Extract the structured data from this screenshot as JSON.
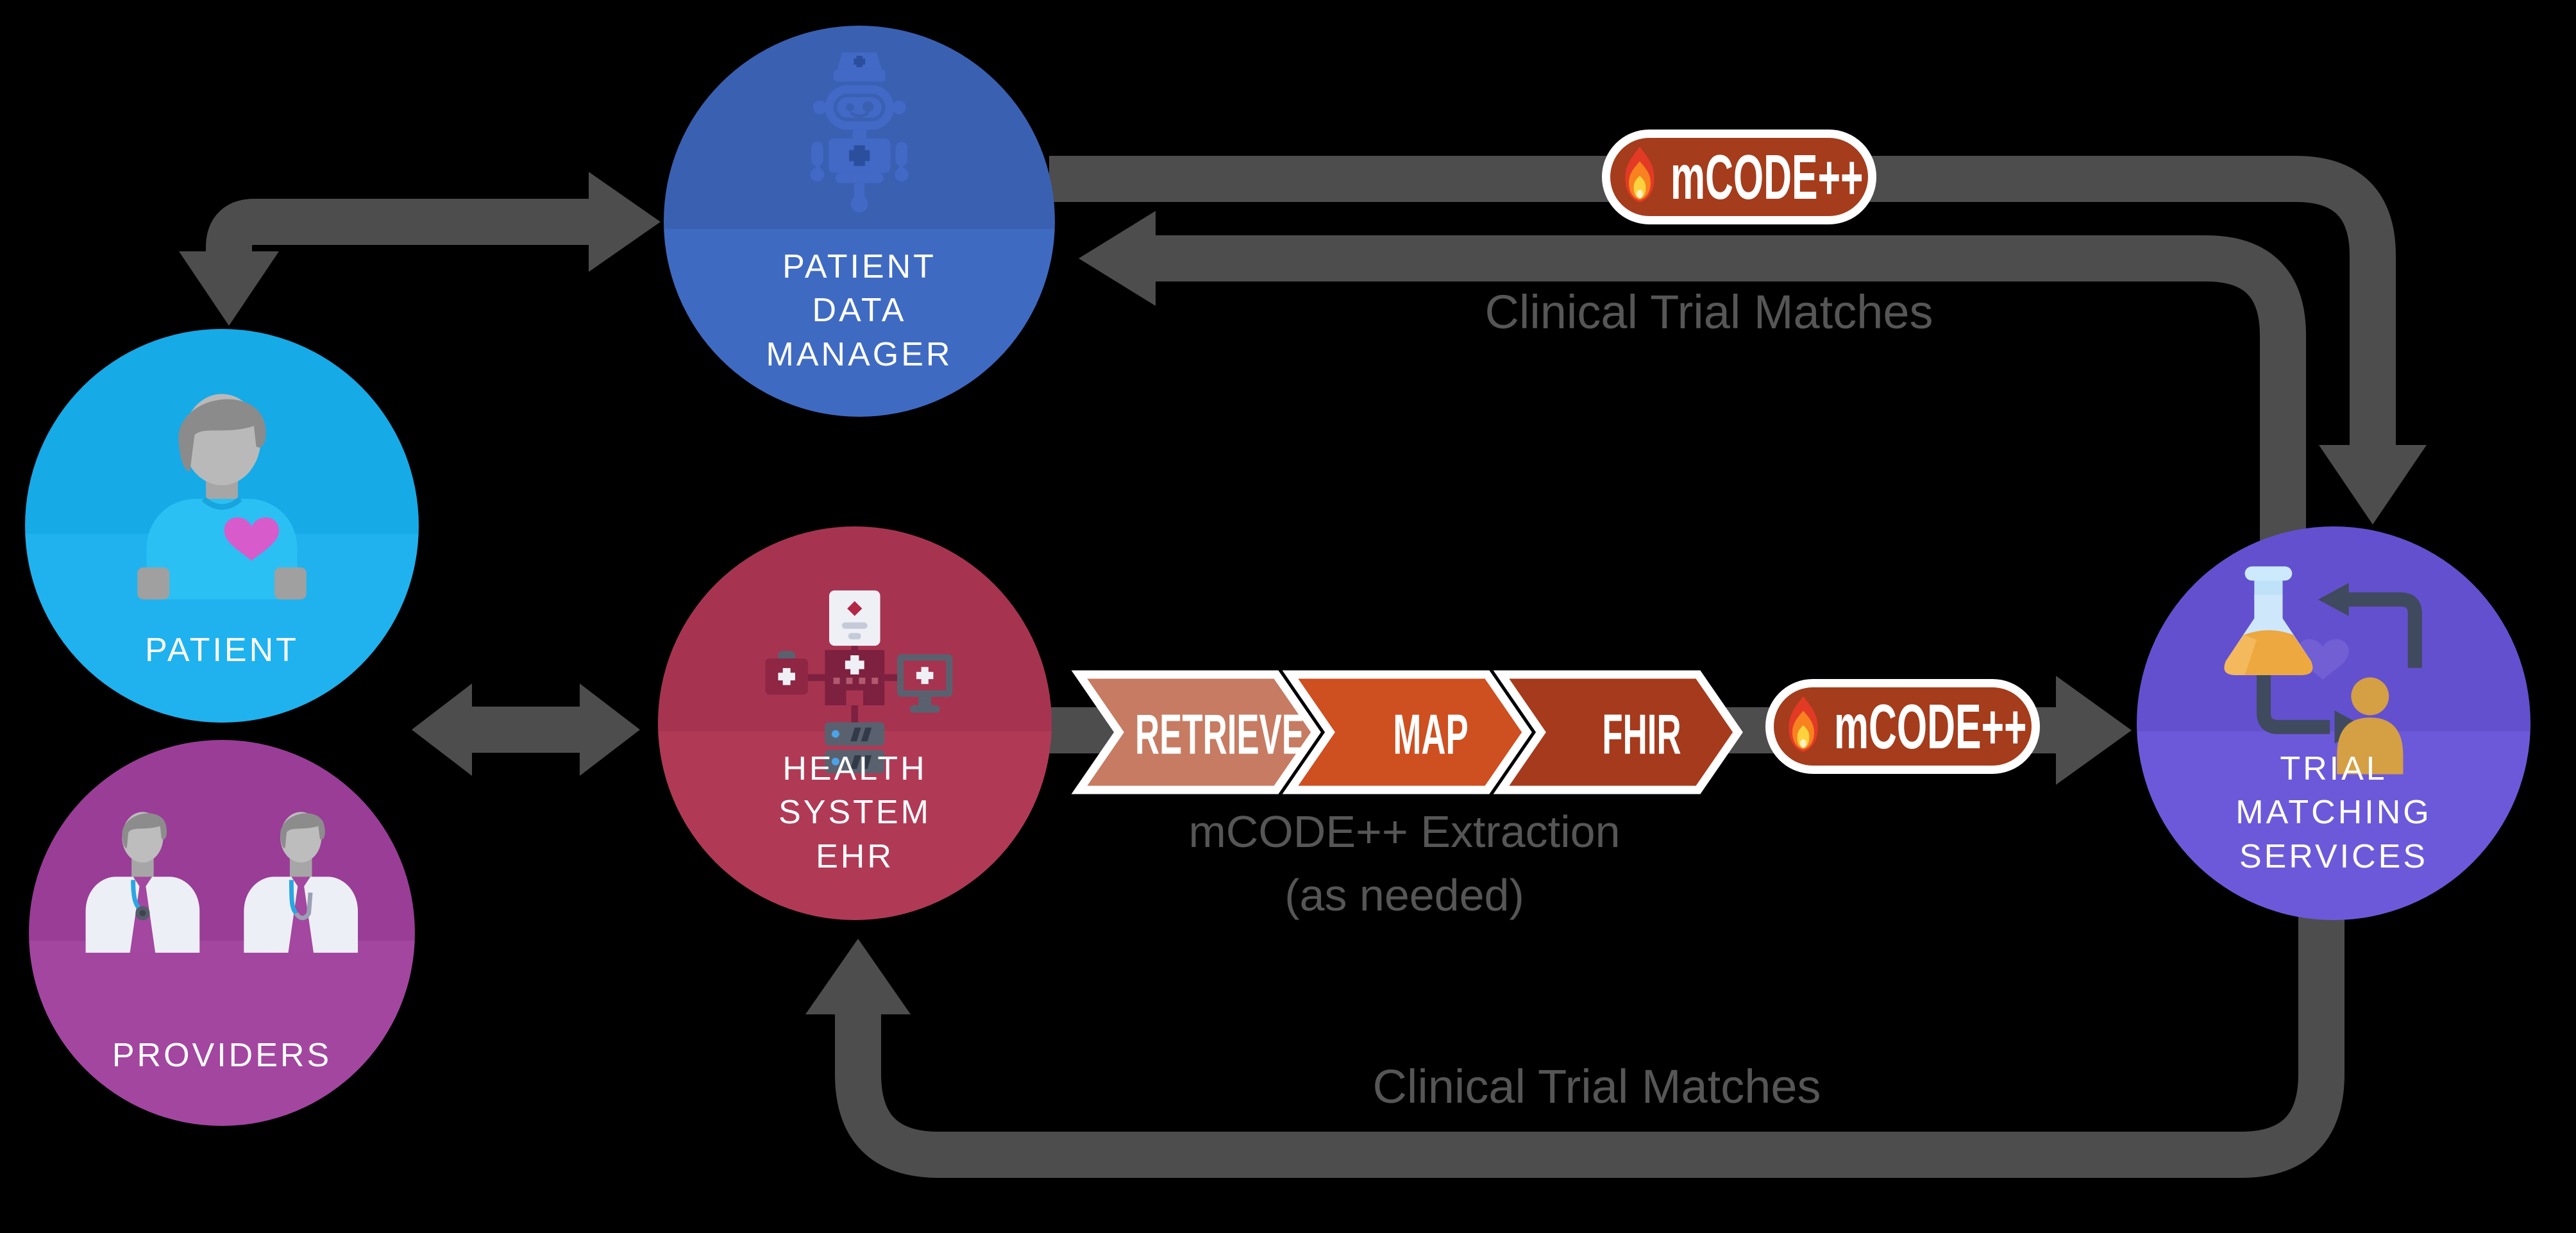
{
  "nodes": {
    "patient_data_manager": {
      "label_lines": [
        "PATIENT",
        "DATA",
        "MANAGER"
      ],
      "color_top": "#3a60b2",
      "color_bottom": "#3f6ac2",
      "icon": "robot-nurse-icon"
    },
    "patient": {
      "label_lines": [
        "PATIENT"
      ],
      "color_top": "#16aae7",
      "color_bottom": "#1fb2ee",
      "icon": "patient-person-icon"
    },
    "providers": {
      "label_lines": [
        "PROVIDERS"
      ],
      "color_top": "#993d97",
      "color_bottom": "#a246a0",
      "icon": "doctors-icon"
    },
    "health_system_ehr": {
      "label_lines": [
        "HEALTH",
        "SYSTEM",
        "EHR"
      ],
      "color_top": "#a63450",
      "color_bottom": "#b03a56",
      "icon": "hospital-network-icon"
    },
    "trial_matching_services": {
      "label_lines": [
        "TRIAL",
        "MATCHING",
        "SERVICES"
      ],
      "color_top": "#6350cf",
      "color_bottom": "#6c59da",
      "icon": "flask-person-cycle-icon"
    }
  },
  "process": {
    "chevrons": [
      {
        "label": "RETRIEVE",
        "color": "#c67b62"
      },
      {
        "label": "MAP",
        "color": "#ce4f20"
      },
      {
        "label": "FHIR",
        "color": "#a63a1c"
      }
    ],
    "caption_line1": "mCODE++ Extraction",
    "caption_line2": "(as needed)"
  },
  "badges": {
    "top": {
      "label": "mCODE++",
      "icon": "flame-icon",
      "color": "#a53c1c"
    },
    "middle": {
      "label": "mCODE++",
      "icon": "flame-icon",
      "color": "#a53c1c"
    }
  },
  "arrow_labels": {
    "top": "Clinical Trial Matches",
    "bottom": "Clinical Trial Matches"
  },
  "colors": {
    "background": "#000000",
    "arrow": "#4d4d4d",
    "label_text": "#565656",
    "chevron_border": "#ffffff"
  }
}
